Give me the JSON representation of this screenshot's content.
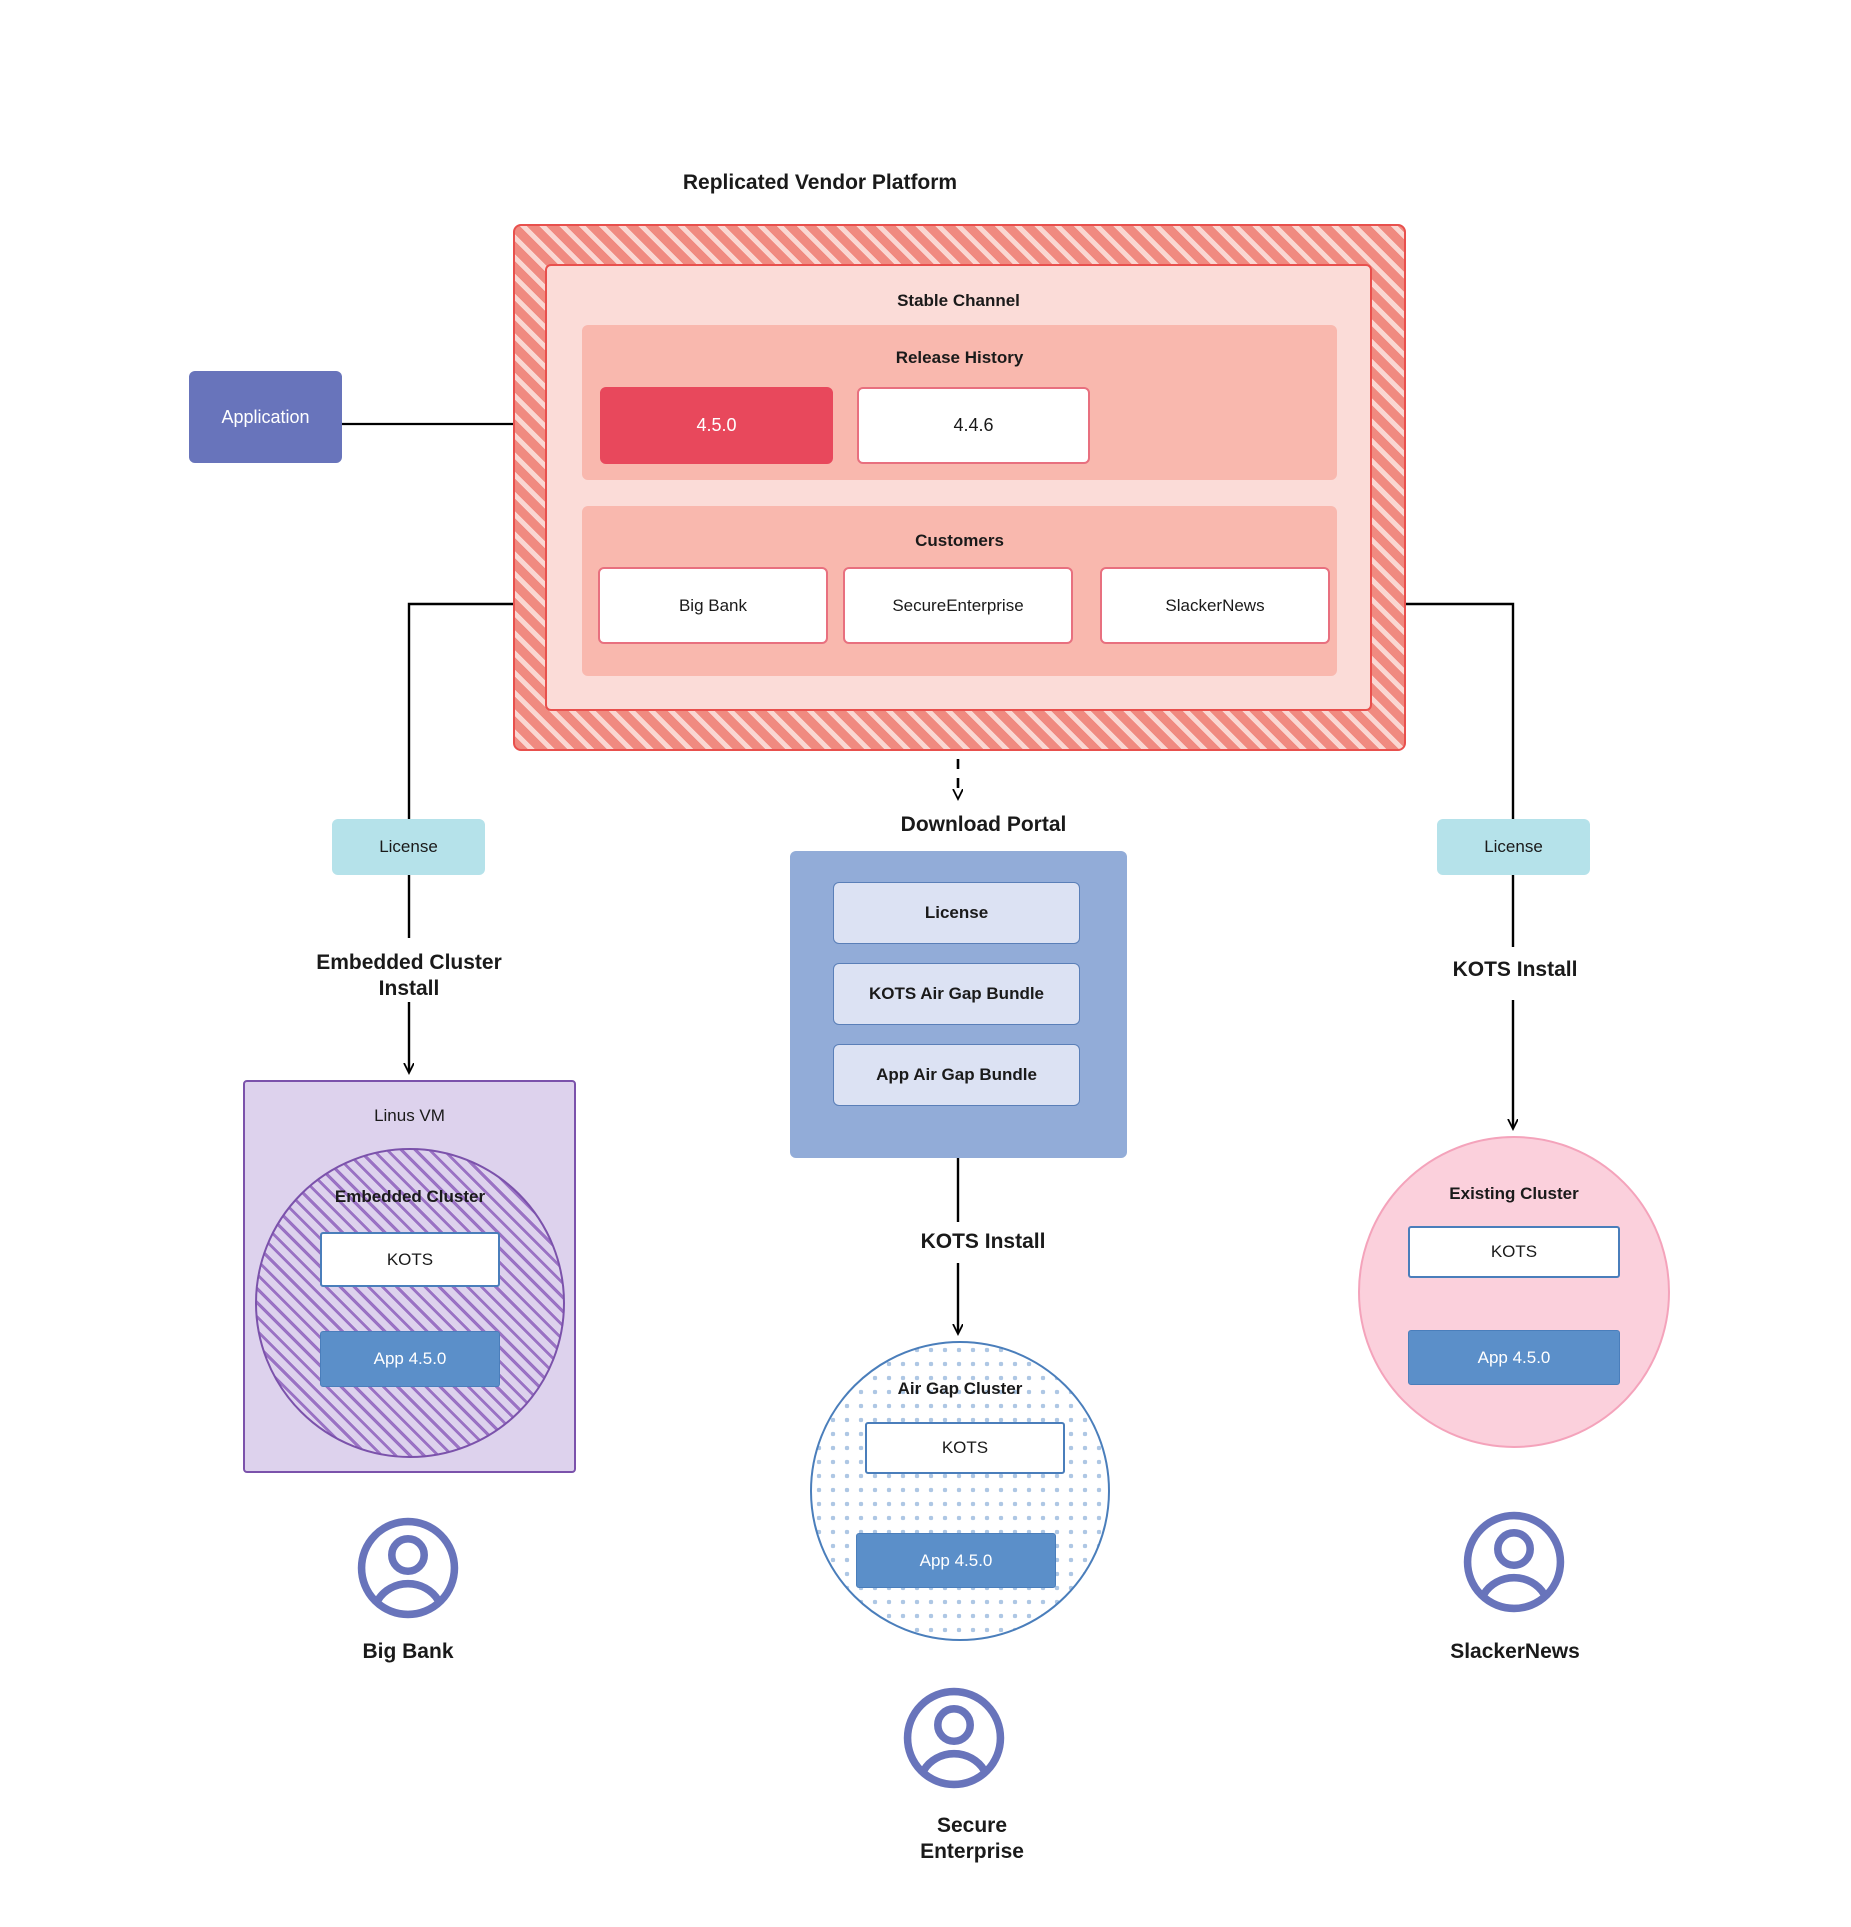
{
  "diagram": {
    "title": "Replicated Vendor Platform",
    "application": {
      "label": "Application"
    },
    "stable_channel": {
      "label": "Stable Channel",
      "release_history": {
        "label": "Release History",
        "releases": [
          {
            "version": "4.5.0",
            "state": "current"
          },
          {
            "version": "4.4.6",
            "state": "previous"
          }
        ]
      },
      "customers": {
        "label": "Customers",
        "items": [
          {
            "name": "Big Bank"
          },
          {
            "name": "Secure\nEnterprise"
          },
          {
            "name": "SlackerNews"
          }
        ]
      }
    },
    "licenses": {
      "left_label": "License",
      "right_label": "License"
    },
    "edge_labels": {
      "embedded_cluster_install": "Embedded Cluster\nInstall",
      "kots_install_right": "KOTS Install",
      "kots_install_center": "KOTS Install"
    },
    "download_portal": {
      "title": "Download  Portal",
      "items": [
        {
          "label": "License"
        },
        {
          "label": "KOTS Air Gap Bundle"
        },
        {
          "label": "App Air Gap Bundle"
        }
      ]
    },
    "left_branch": {
      "vm_label": "Linus VM",
      "cluster_label": "Embedded Cluster",
      "kots_label": "KOTS",
      "app_label": "App 4.5.0",
      "persona": "Big Bank",
      "avatar_icon": "user-avatar-icon"
    },
    "center_branch": {
      "cluster_label": "Air Gap Cluster",
      "kots_label": "KOTS",
      "app_label": "App 4.5.0",
      "persona": "Secure\nEnterprise",
      "avatar_icon": "user-avatar-icon"
    },
    "right_branch": {
      "cluster_label": "Existing Cluster",
      "kots_label": "KOTS",
      "app_label": "App 4.5.0",
      "persona": "SlackerNews",
      "avatar_icon": "user-avatar-icon"
    },
    "colors": {
      "platform_hatch": "#f08a80",
      "platform_border": "#e8504d",
      "stable_channel_bg": "#fbdcd8",
      "group_bg": "#f9b8ae",
      "current_release": "#e8485c",
      "application": "#6874bb",
      "license_chip": "#b5e2ea",
      "download_portal": "#92acd8",
      "portal_item": "#dce2f3",
      "vm_purple": "#ddd2ed",
      "vm_border": "#7b52ab",
      "existing_cluster": "#fbd0dc",
      "existing_cluster_border": "#f4a3bb",
      "app_blue": "#5b8fc9",
      "kots_border": "#4a7ebb",
      "avatar": "#6874bb",
      "connector": "#000000"
    }
  }
}
